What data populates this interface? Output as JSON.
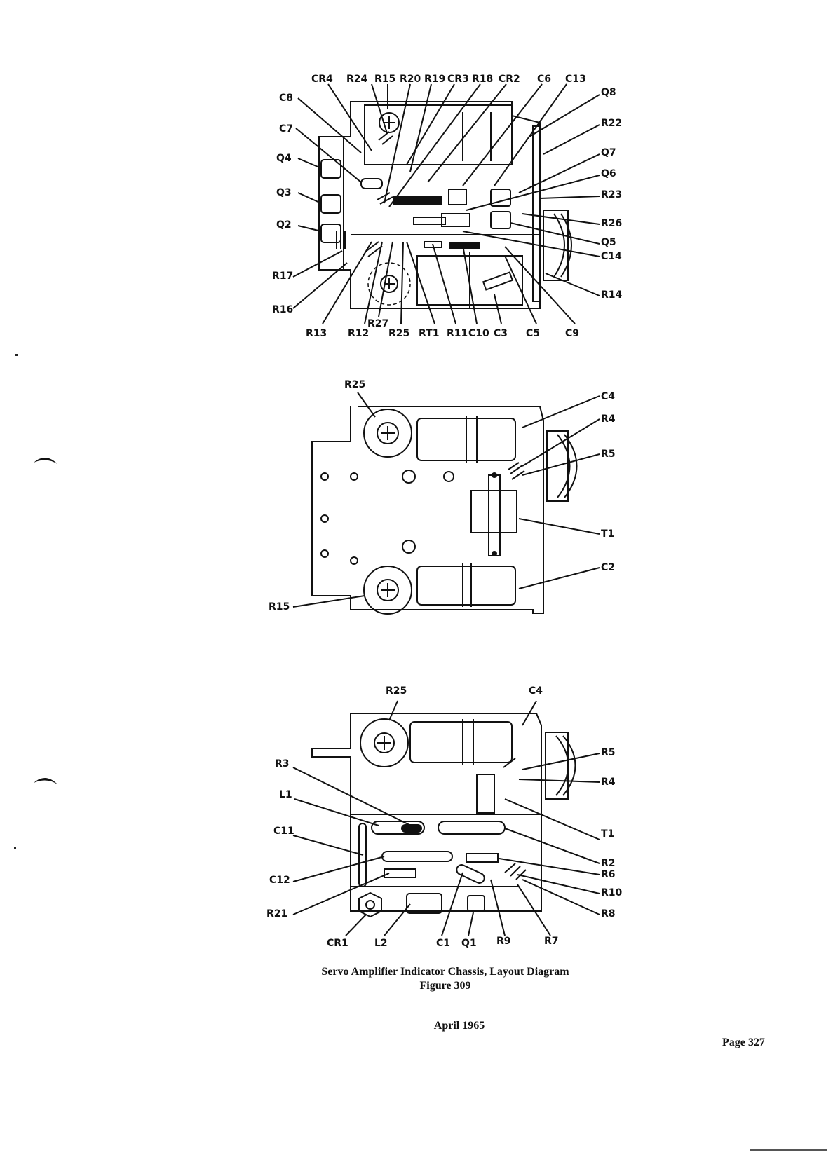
{
  "figure": {
    "caption": "Servo Amplifier Indicator Chassis,  Layout Diagram",
    "number": "Figure 309"
  },
  "footer": {
    "date": "April 1965",
    "page": "Page 327"
  },
  "view_top": {
    "labels": [
      "CR4",
      "R24",
      "R15",
      "R20",
      "R19",
      "CR3",
      "R18",
      "CR2",
      "C6",
      "C13",
      "Q8",
      "C8",
      "C7",
      "R22",
      "Q4",
      "Q7",
      "Q6",
      "Q3",
      "R23",
      "R26",
      "Q2",
      "Q5",
      "C14",
      "R17",
      "R14",
      "R16",
      "R13",
      "R12",
      "R27",
      "R25",
      "RT1",
      "R11",
      "C10",
      "C3",
      "C5",
      "C9"
    ]
  },
  "view_middle": {
    "labels": [
      "R25",
      "C4",
      "R4",
      "R5",
      "T1",
      "C2",
      "R15"
    ]
  },
  "view_bottom": {
    "labels": [
      "R25",
      "C4",
      "R5",
      "R3",
      "R4",
      "L1",
      "T1",
      "C11",
      "R2",
      "R6",
      "C12",
      "R10",
      "R21",
      "R8",
      "CR1",
      "L2",
      "C1",
      "Q1",
      "R9",
      "R7"
    ]
  },
  "colors": {
    "ink": "#111111",
    "board": "#d4d4d4",
    "paper": "#ffffff"
  }
}
